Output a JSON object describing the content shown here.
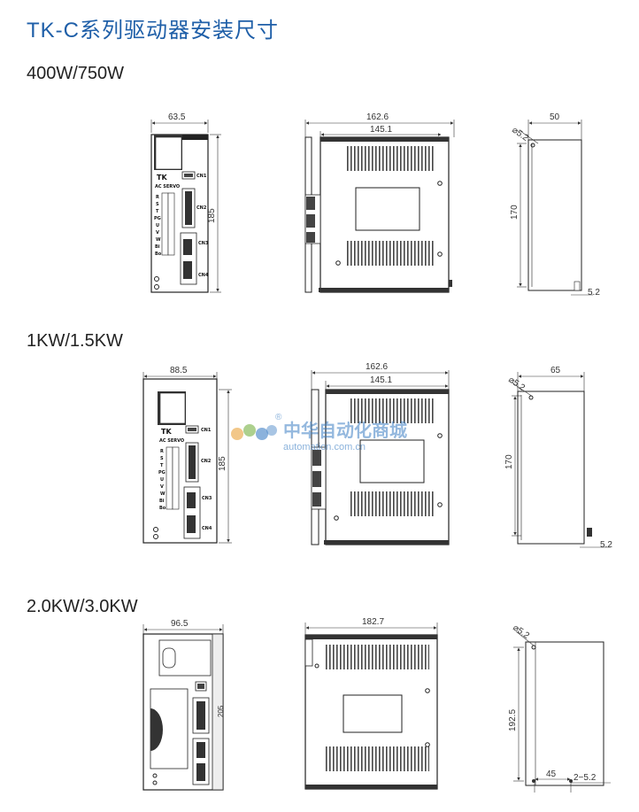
{
  "title": "TK-C系列驱动器安装尺寸",
  "sections": [
    {
      "label": "400W/750W",
      "front": {
        "width": "63.5",
        "height": "185"
      },
      "side": {
        "outer": "162.6",
        "inner": "145.1"
      },
      "mount": {
        "hole": "⌀5.2",
        "width": "50",
        "height": "170",
        "slot": "5.2"
      }
    },
    {
      "label": "1KW/1.5KW",
      "front": {
        "width": "88.5",
        "height": "185"
      },
      "side": {
        "outer": "162.6",
        "inner": "145.1"
      },
      "mount": {
        "hole": "⌀5.2",
        "width": "65",
        "height": "170",
        "slot": "5.2"
      }
    },
    {
      "label": "2.0KW/3.0KW",
      "front": {
        "width": "96.5",
        "height": "205"
      },
      "side": {
        "outer": "182.7"
      },
      "mount": {
        "hole": "⌀5.2",
        "height": "192.5",
        "spacing": "45",
        "slot": "2−5.2"
      }
    }
  ],
  "panel": {
    "brand": "TK",
    "model": "AC SERVO",
    "terminals": [
      "R",
      "S",
      "T",
      "PG",
      "U",
      "V",
      "W",
      "Bi",
      "Bo"
    ],
    "ports": [
      "CN1",
      "CN2",
      "CN3",
      "CN4"
    ]
  },
  "watermark": {
    "cn": "中华自动化商城",
    "en": "automation.com.cn",
    "reg": "®"
  }
}
